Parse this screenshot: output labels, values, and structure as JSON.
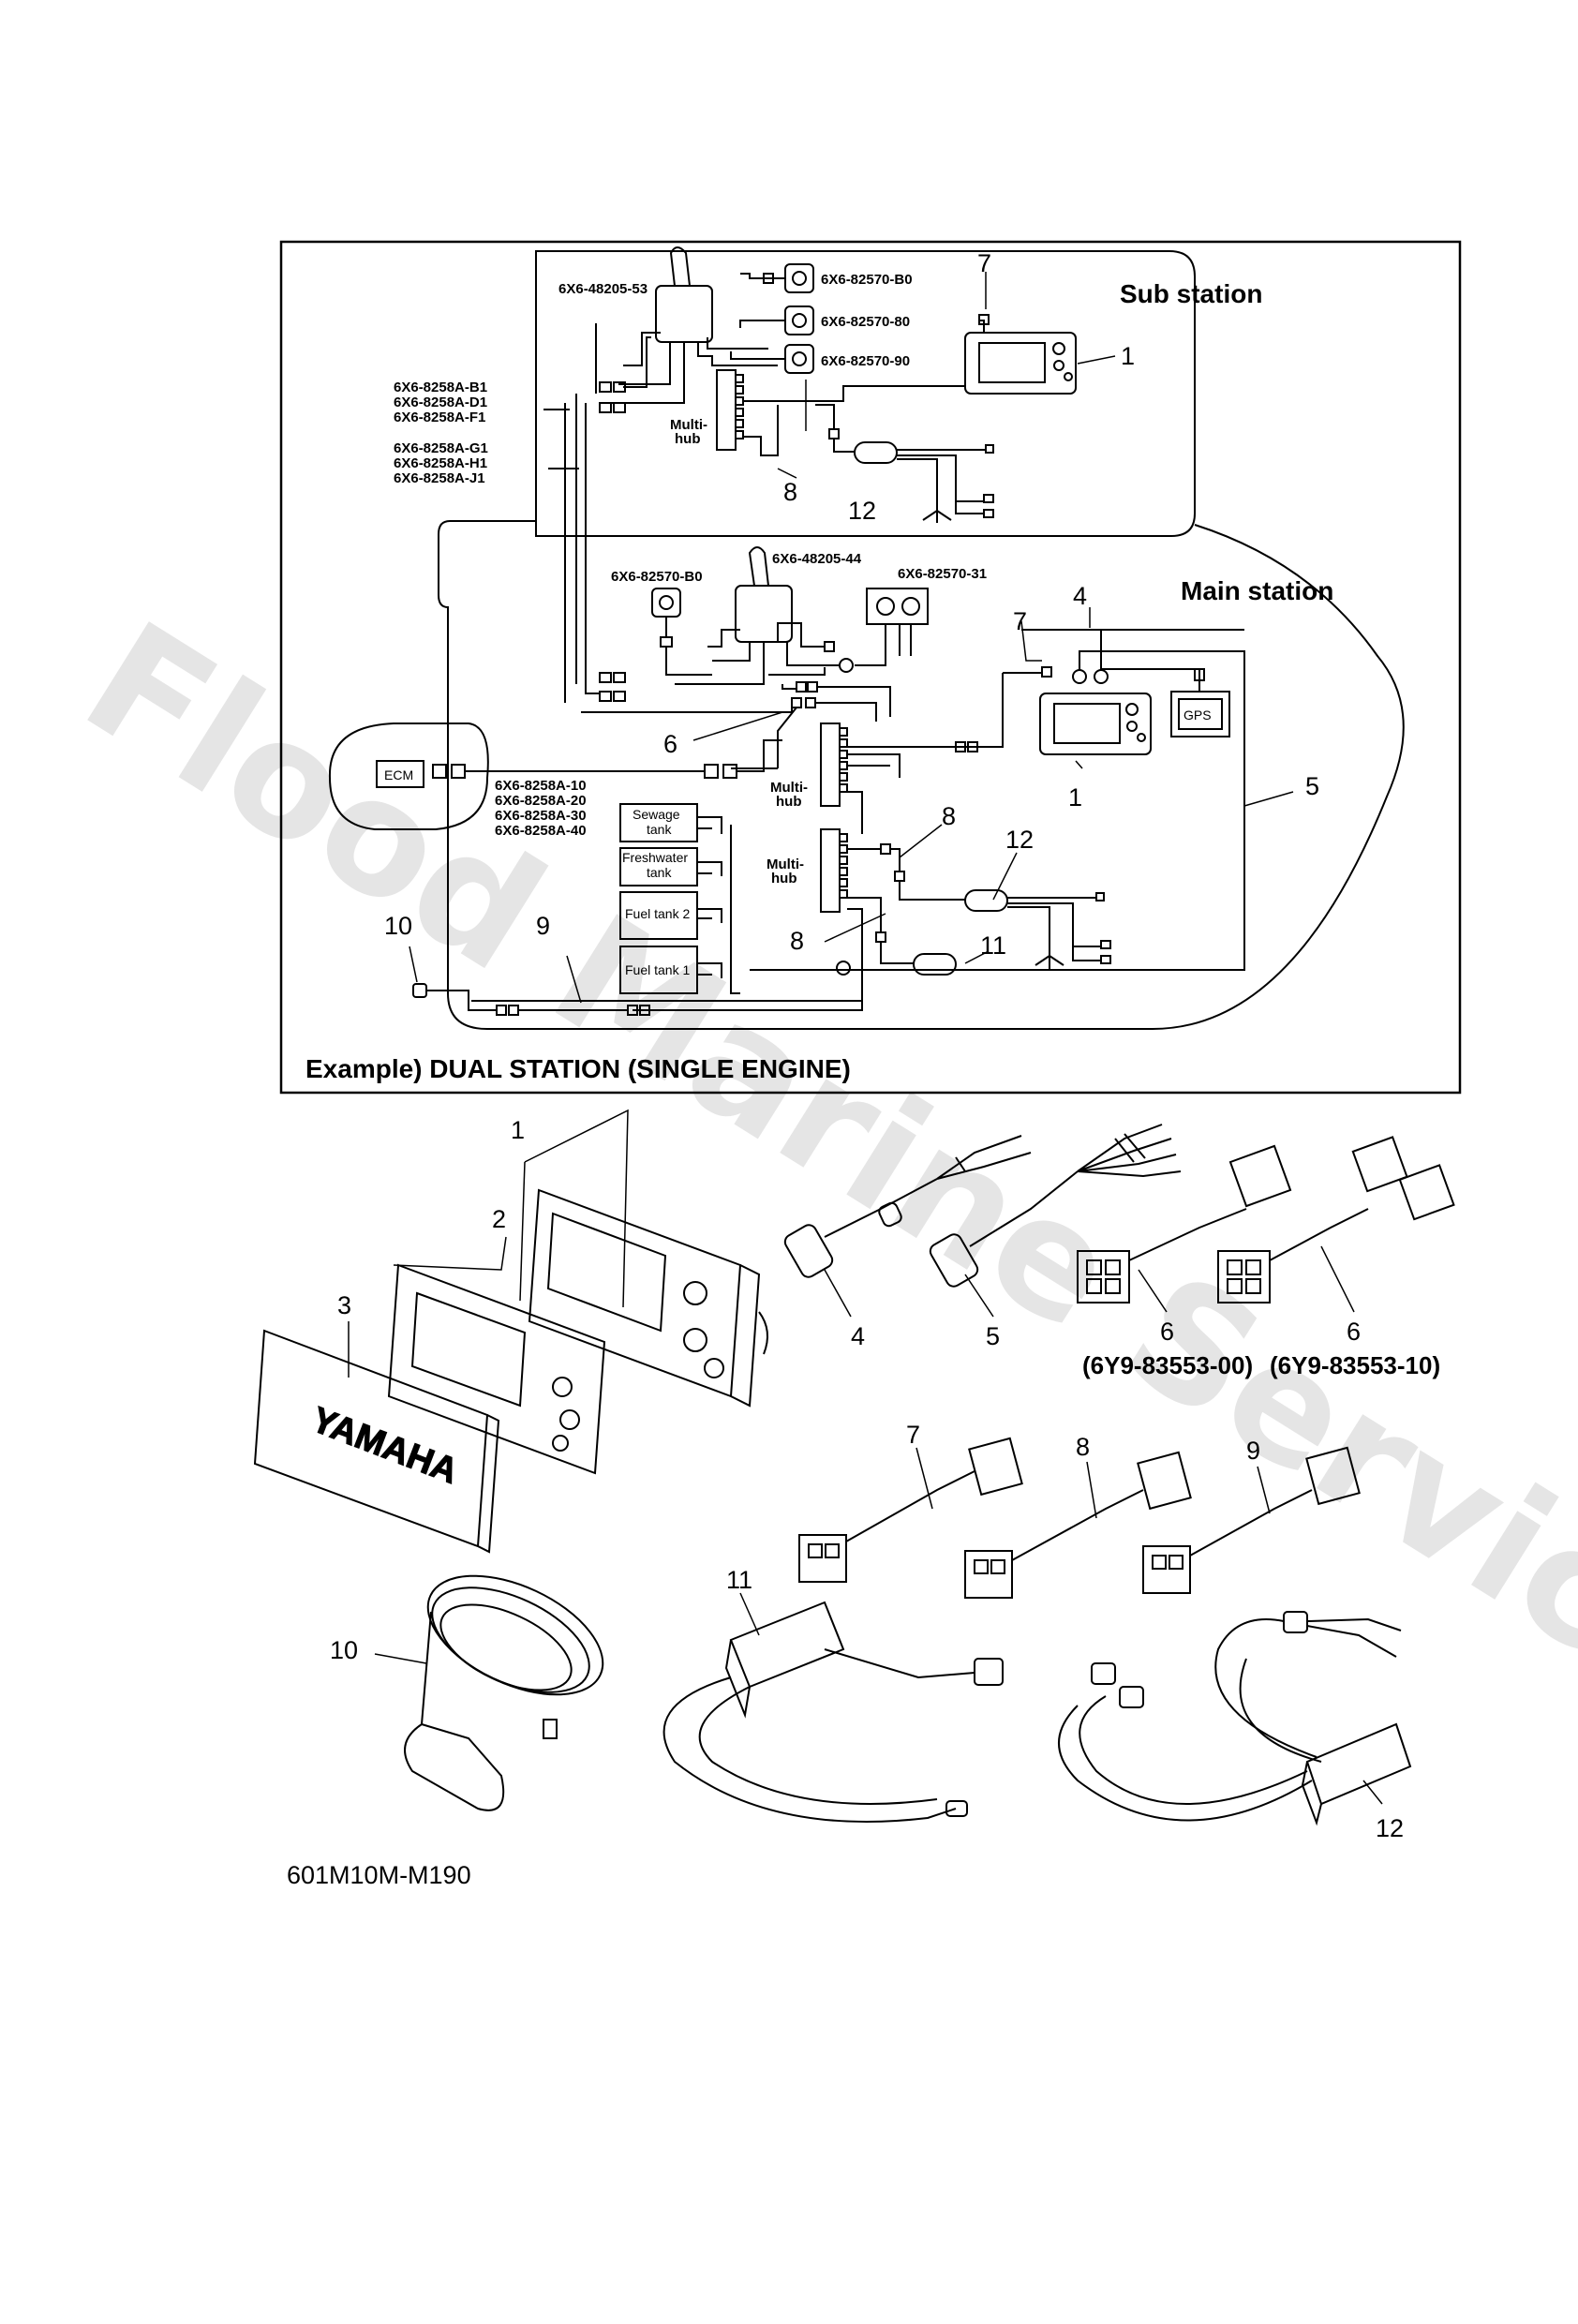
{
  "top_diagram": {
    "title": "Example) DUAL STATION (SINGLE ENGINE)",
    "sub_station_label": "Sub station",
    "main_station_label": "Main station",
    "sub_part_numbers": {
      "remote_control": "6X6-48205-53",
      "switch_b0": "6X6-82570-B0",
      "switch_80": "6X6-82570-80",
      "switch_90": "6X6-82570-90"
    },
    "harness_group_a": [
      "6X6-8258A-B1",
      "6X6-8258A-D1",
      "6X6-8258A-F1"
    ],
    "harness_group_b": [
      "6X6-8258A-G1",
      "6X6-8258A-H1",
      "6X6-8258A-J1"
    ],
    "main_part_numbers": {
      "switch_b0": "6X6-82570-B0",
      "remote_control": "6X6-48205-44",
      "key_switch": "6X6-82570-31"
    },
    "engine_harness": [
      "6X6-8258A-10",
      "6X6-8258A-20",
      "6X6-8258A-30",
      "6X6-8258A-40"
    ],
    "ecm_label": "ECM",
    "gps_label": "GPS",
    "multihub_label": "Multi-hub",
    "tanks": [
      {
        "line1": "Sewage",
        "line2": "tank"
      },
      {
        "line1": "Freshwater",
        "line2": "tank"
      },
      {
        "line1": "Fuel tank 2",
        "line2": ""
      },
      {
        "line1": "Fuel tank 1",
        "line2": ""
      }
    ],
    "callouts": [
      "1",
      "4",
      "5",
      "6",
      "7",
      "8",
      "9",
      "10",
      "11",
      "12"
    ]
  },
  "bottom_parts": {
    "callouts": [
      "1",
      "2",
      "3",
      "4",
      "5",
      "6",
      "6",
      "7",
      "8",
      "9",
      "10",
      "11",
      "12"
    ],
    "part6_numbers": [
      "(6Y9-83553-00)",
      "(6Y9-83553-10)"
    ],
    "cover_brand": "YAMAHA",
    "figure_id": "601M10M-M190"
  },
  "watermark": "Flood Marine Services"
}
